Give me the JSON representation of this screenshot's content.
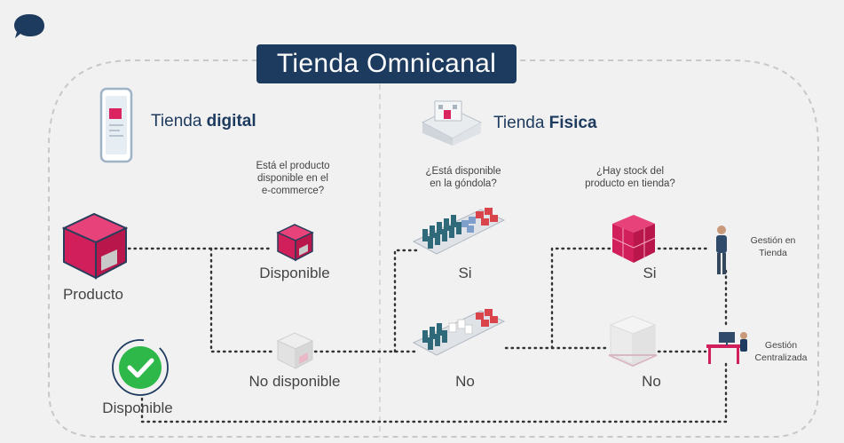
{
  "title": "Tienda Omnicanal",
  "digital": {
    "prefix": "Tienda ",
    "bold": "digital"
  },
  "fisica": {
    "prefix": "Tienda ",
    "bold": "Fisica"
  },
  "questions": {
    "ecommerce": "Está el producto\ndisponible en el\ne-commerce?",
    "gondola": "¿Está disponible\nen la góndola?",
    "stock": "¿Hay stock del\nproducto en tienda?"
  },
  "labels": {
    "producto": "Producto",
    "disponible_ecom": "Disponible",
    "no_disponible": "No disponible",
    "si_gondola": "Si",
    "no_gondola": "No",
    "si_stock": "Si",
    "no_stock": "No",
    "gestion_tienda": "Gestión en\nTienda",
    "gestion_centralizada": "Gestión\nCentralizada",
    "disponible_final": "Disponible"
  },
  "colors": {
    "navy": "#1d3a5f",
    "magenta": "#d9245f",
    "green": "#2fb84a",
    "teal": "#2f6a7a",
    "red": "#d9434a",
    "gray": "#d9d9d9"
  },
  "icons": [
    "chat-bubble-icon",
    "phone-icon",
    "store-building-icon",
    "product-box-icon",
    "small-box-icon",
    "gray-box-icon",
    "shelf-full-icon",
    "shelf-partial-icon",
    "stacked-boxes-icon",
    "empty-pallet-icon",
    "person-icon",
    "workstation-icon",
    "check-circle-icon"
  ]
}
